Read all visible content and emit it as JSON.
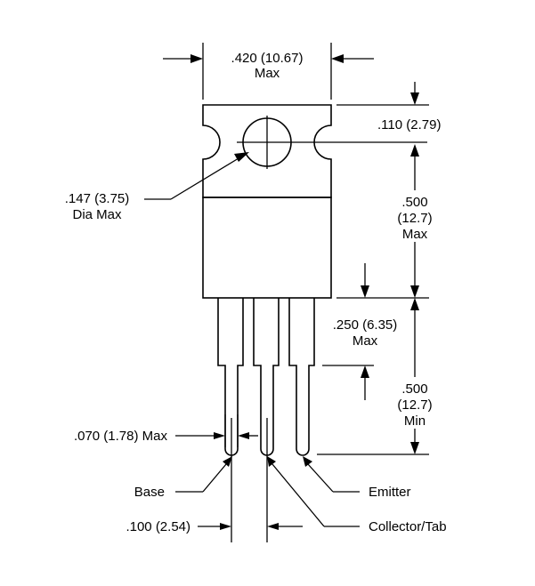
{
  "dimensions": {
    "width_top_1": ".420 (10.67)",
    "width_top_2": "Max",
    "tab_hole_offset": ".110 (2.79)",
    "hole_dia_1": ".147 (3.75)",
    "hole_dia_2": "Dia Max",
    "body_height_1": ".500",
    "body_height_2": "(12.7)",
    "body_height_3": "Max",
    "lead_shoulder_1": ".250 (6.35)",
    "lead_shoulder_2": "Max",
    "lead_length_1": ".500",
    "lead_length_2": "(12.7)",
    "lead_length_3": "Min",
    "lead_width": ".070 (1.78) Max",
    "lead_pitch": ".100 (2.54)"
  },
  "pins": {
    "base": "Base",
    "emitter": "Emitter",
    "collector": "Collector/Tab"
  }
}
